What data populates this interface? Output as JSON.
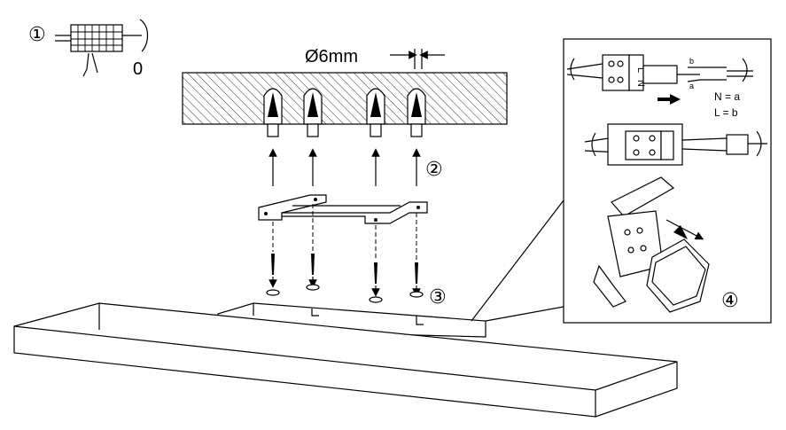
{
  "steps": {
    "step1": "①",
    "step2": "②",
    "step3": "③",
    "step4": "④"
  },
  "labels": {
    "zero": "0",
    "hole_diameter": "Ø6mm",
    "wire_b": "b",
    "wire_a": "a",
    "n_eq_a": "N = a",
    "l_eq_b": "L = b",
    "term_l": "L",
    "term_n": "N"
  }
}
